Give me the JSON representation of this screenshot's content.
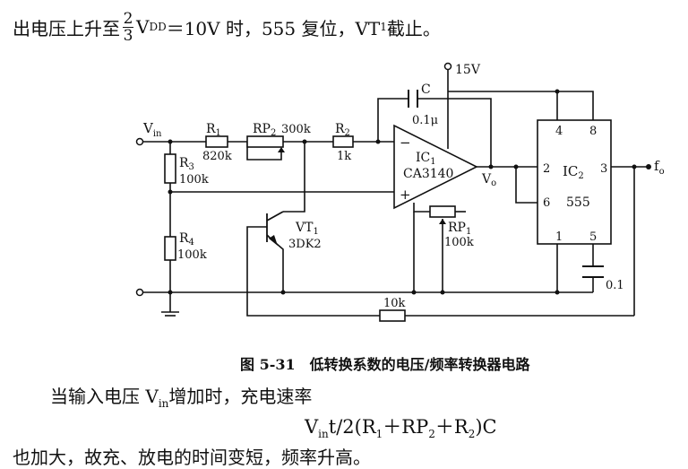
{
  "top_text": {
    "pre": "出电压上升至",
    "frac_num": "2",
    "frac_den": "3",
    "v": "V",
    "v_sub": "DD",
    "eq": "＝10V 时，555 复位，VT",
    "vt_sub": "1",
    "end": " 截止。"
  },
  "caption": "图 5-31　低转换系数的电压/频率转换器电路",
  "para1": {
    "pre": "当输入电压 V",
    "sub": "in",
    "post": "增加时，充电速率"
  },
  "formula": {
    "a": "V",
    "a_sub": "in",
    "b": "t/2(R",
    "b_sub": "1",
    "c": "＋RP",
    "c_sub": "2",
    "d": "＋R",
    "d_sub": "2",
    "e": ")C"
  },
  "para2": "也加大，故充、放电的时间变短，频率升高。",
  "circuit": {
    "vin": "V",
    "vin_sub": "in",
    "r1": "R",
    "r1_sub": "1",
    "r1_val": "820k",
    "rp2": "RP",
    "rp2_sub": "2",
    "rp2_val": "300k",
    "r2": "R",
    "r2_sub": "2",
    "r2_val": "1k",
    "r3": "R",
    "r3_sub": "3",
    "r3_val": "100k",
    "r4": "R",
    "r4_sub": "4",
    "r4_val": "100k",
    "c": "C",
    "c_val": "0.1μ",
    "supply": "15V",
    "ic1": "IC",
    "ic1_sub": "1",
    "ic1_part": "CA3140",
    "minus": "−",
    "plus": "+",
    "vo": "V",
    "vo_sub": "o",
    "rp1": "RP",
    "rp1_sub": "1",
    "rp1_val": "100k",
    "vt": "VT",
    "vt_sub": "1",
    "vt_part": "3DK2",
    "r10k": "10k",
    "ic2": "IC",
    "ic2_sub": "2",
    "ic2_part": "555",
    "pin4": "4",
    "pin8": "8",
    "pin2": "2",
    "pin6": "6",
    "pin3": "3",
    "pin1": "1",
    "pin5": "5",
    "c2_val": "0.1",
    "fo": "f",
    "fo_sub": "o"
  }
}
